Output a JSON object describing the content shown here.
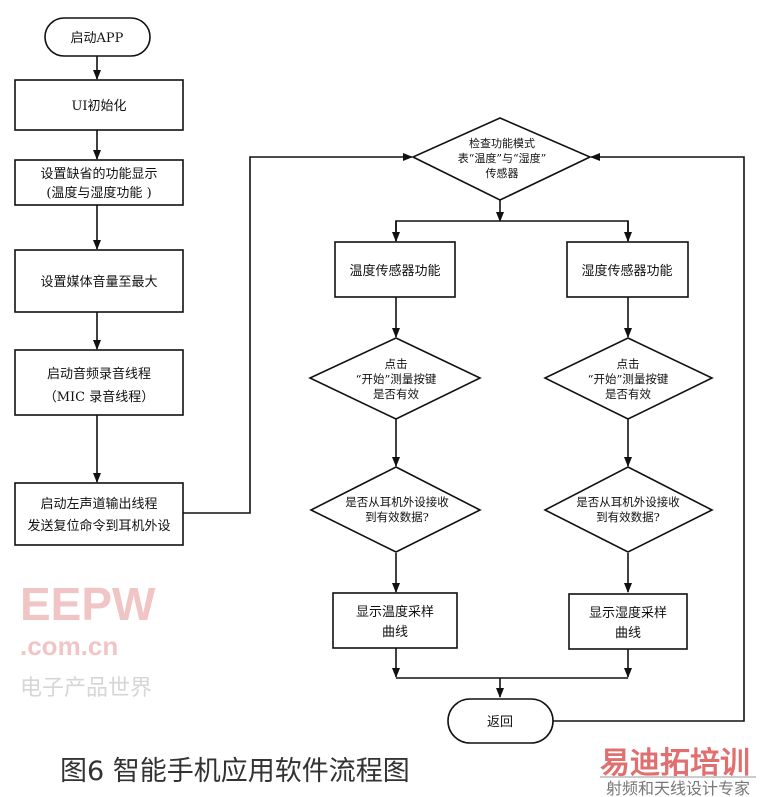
{
  "nodes": {
    "start": "启动APP",
    "ui_init": "UI初始化",
    "default_display": [
      "设置缺省的功能显示",
      "(温度与湿度功能 )"
    ],
    "media_volume": "设置媒体音量至最大",
    "audio_record": [
      "启动音频录音线程",
      "（MIC 录音线程）"
    ],
    "left_channel": [
      "启动左声道输出线程",
      "发送复位命令到耳机外设"
    ],
    "check_mode": [
      "检查功能模式",
      "表“温度”与“湿度”",
      "传感器"
    ],
    "temp_function": "温度传感器功能",
    "humid_function": "湿度传感器功能",
    "temp_click": [
      "点击",
      "“开始”测量按键",
      "是否有效"
    ],
    "humid_click": [
      "点击",
      "“开始”测量按键",
      "是否有效"
    ],
    "temp_receive": [
      "是否从耳机外设接收",
      "到有效数据?"
    ],
    "humid_receive": [
      "是否从耳机外设接收",
      "到有效数据?"
    ],
    "temp_curve": [
      "显示温度采样",
      "曲线"
    ],
    "humid_curve": [
      "显示湿度采样",
      "曲线"
    ],
    "return": "返回"
  },
  "caption": "图6  智能手机应用软件流程图",
  "watermarks": {
    "eepw": "EEPW",
    "eepw_domain": ".com.cn",
    "eepw_cn": "电子产品世界",
    "edatop": "易迪拓培训",
    "edatop_sub": "射频和天线设计专家"
  }
}
